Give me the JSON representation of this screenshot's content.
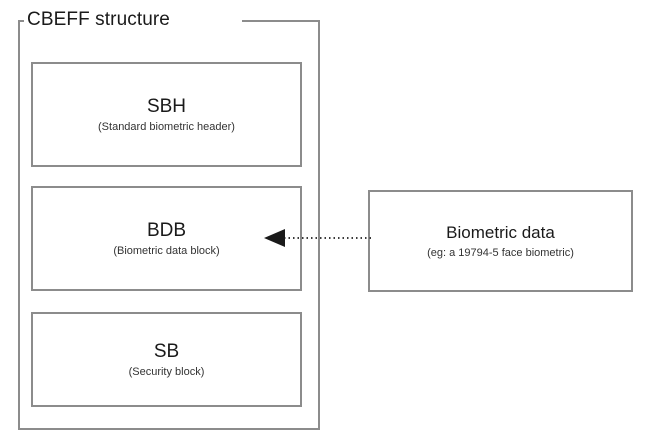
{
  "diagram": {
    "container": {
      "legend": "CBEFF structure"
    },
    "blocks": [
      {
        "id": "sbh",
        "title": "SBH",
        "subtitle": "(Standard biometric header)"
      },
      {
        "id": "bdb",
        "title": "BDB",
        "subtitle": "(Biometric data block)"
      },
      {
        "id": "sb",
        "title": "SB",
        "subtitle": "(Security block)"
      }
    ],
    "external": {
      "id": "biometric-data",
      "title": "Biometric data",
      "subtitle": "(eg: a 19794-5 face biometric)"
    },
    "connector": {
      "from": "Biometric data",
      "to": "BDB",
      "style": "dotted",
      "arrow": "left-filled-triangle"
    },
    "colors": {
      "background": "#ffffff",
      "border": "#8c8c8c",
      "text": "#1a1a1a",
      "subtitle_text": "#333333",
      "connector": "#3a3a3a"
    }
  }
}
